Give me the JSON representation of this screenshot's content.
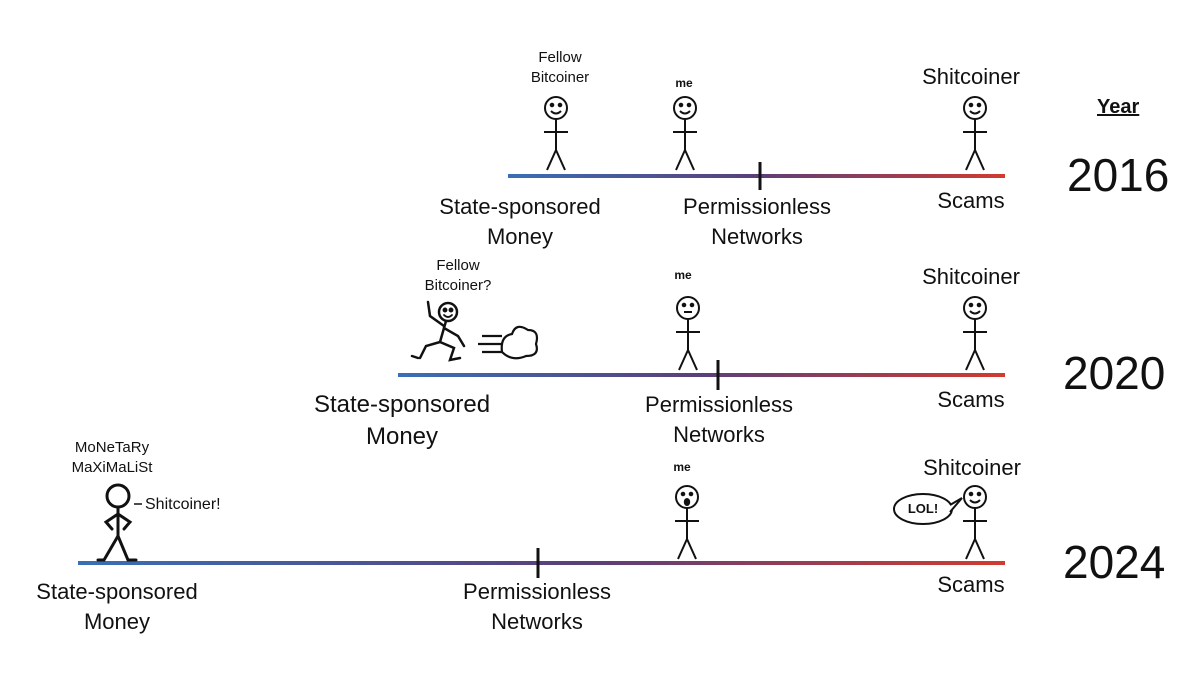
{
  "header": {
    "year_label": "Year"
  },
  "rows": [
    {
      "year": "2016",
      "left_end": [
        "State-sponsored",
        "Money"
      ],
      "middle": [
        "Permissionless",
        "Networks"
      ],
      "right_end": "Scams",
      "right_figure": "Shitcoiner",
      "me": "me",
      "left_figure": [
        "Fellow",
        "Bitcoiner"
      ]
    },
    {
      "year": "2020",
      "left_end": [
        "State-sponsored",
        "Money"
      ],
      "middle": [
        "Permissionless",
        "Networks"
      ],
      "right_end": "Scams",
      "right_figure": "Shitcoiner",
      "me": "me",
      "left_figure": [
        "Fellow",
        "Bitcoiner?"
      ]
    },
    {
      "year": "2024",
      "left_end": [
        "State-sponsored",
        "Money"
      ],
      "middle": [
        "Permissionless",
        "Networks"
      ],
      "right_end": "Scams",
      "right_figure": "Shitcoiner",
      "me": "me",
      "left_figure": [
        "MoNeTaRy",
        "MaXiMaLiSt"
      ],
      "maxi_quote": "Shitcoiner!",
      "speech_bubble": "LOL!"
    }
  ],
  "colors": {
    "left": "#3a6fb5",
    "middle": "#5a3f7a",
    "right": "#d23b2f"
  }
}
